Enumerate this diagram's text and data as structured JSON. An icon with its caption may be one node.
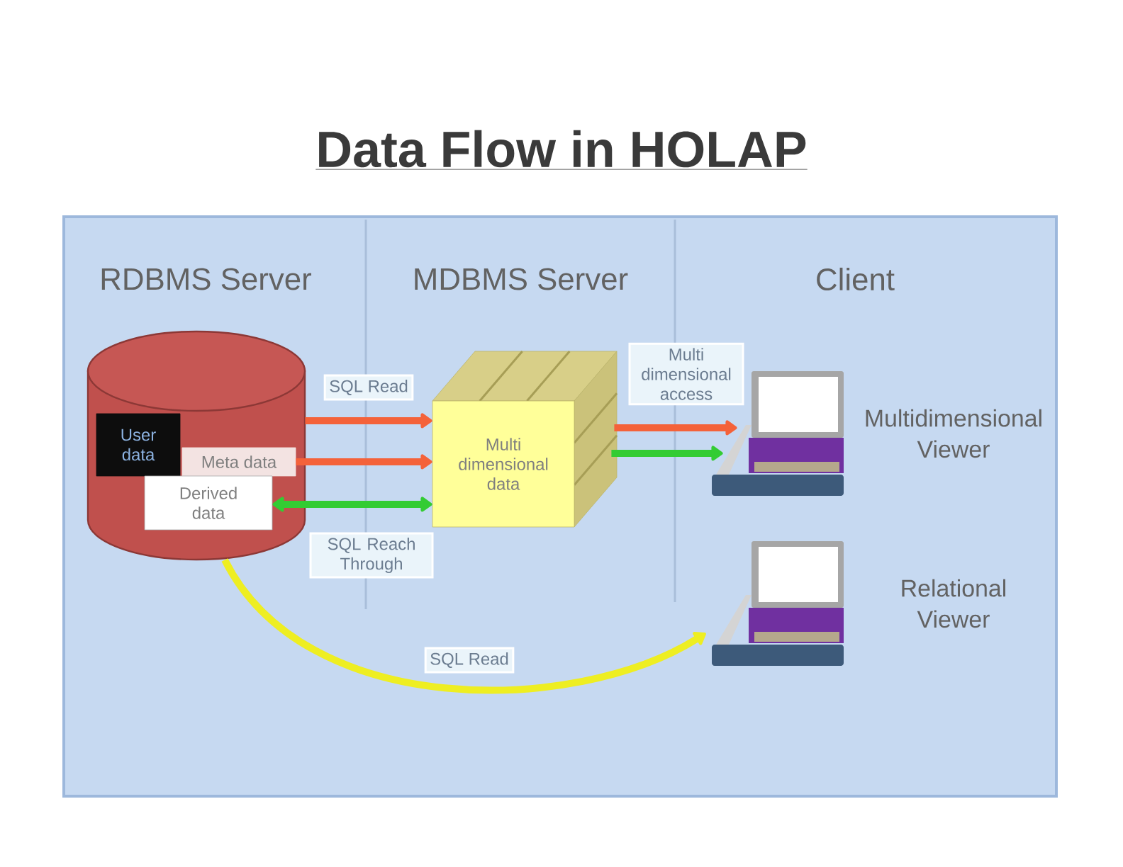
{
  "diagram": {
    "title": "Data Flow in HOLAP",
    "nodes": [
      {
        "text": [],
        "shape": "box"
      },
      {
        "text": [],
        "shape": "cylinder",
        "in": 0
      },
      {
        "text": [
          "User data"
        ],
        "in": 1
      },
      {
        "text": [
          "Meta data"
        ],
        "in": 1
      },
      {
        "text": [
          "Derived data"
        ],
        "in": 1
      },
      {
        "text": [
          "Multi dimensional data"
        ],
        "in": 0
      },
      {
        "text": [],
        "shape": "laptop",
        "in": 0,
        "beside": [
          "Multidimensional Viewer"
        ]
      },
      {
        "text": [],
        "shape": "laptop",
        "in": 0,
        "beside": [
          "Relational Viewer"
        ]
      }
    ],
    "edges": [
      {
        "from": 1,
        "to": 5,
        "arrow": "to",
        "label": "SQL Read"
      },
      {
        "from": 3,
        "to": 5,
        "arrow": "to"
      },
      {
        "from": 4,
        "to": 5,
        "arrow": "both",
        "label": "SQL Reach Through",
        "color": "#33cc33"
      },
      {
        "from": 5,
        "to": 6,
        "arrow": "to",
        "label": "Multi dimensional access"
      },
      {
        "from": 5,
        "to": 6,
        "arrow": "to",
        "color": "#33cc33"
      },
      {
        "from": 1,
        "to": 7,
        "arrow": "to",
        "label": "SQL Read",
        "color": "#eeee22"
      }
    ],
    "labels": [
      "RDBMS Server",
      "MDBMS Server",
      "Client"
    ]
  }
}
